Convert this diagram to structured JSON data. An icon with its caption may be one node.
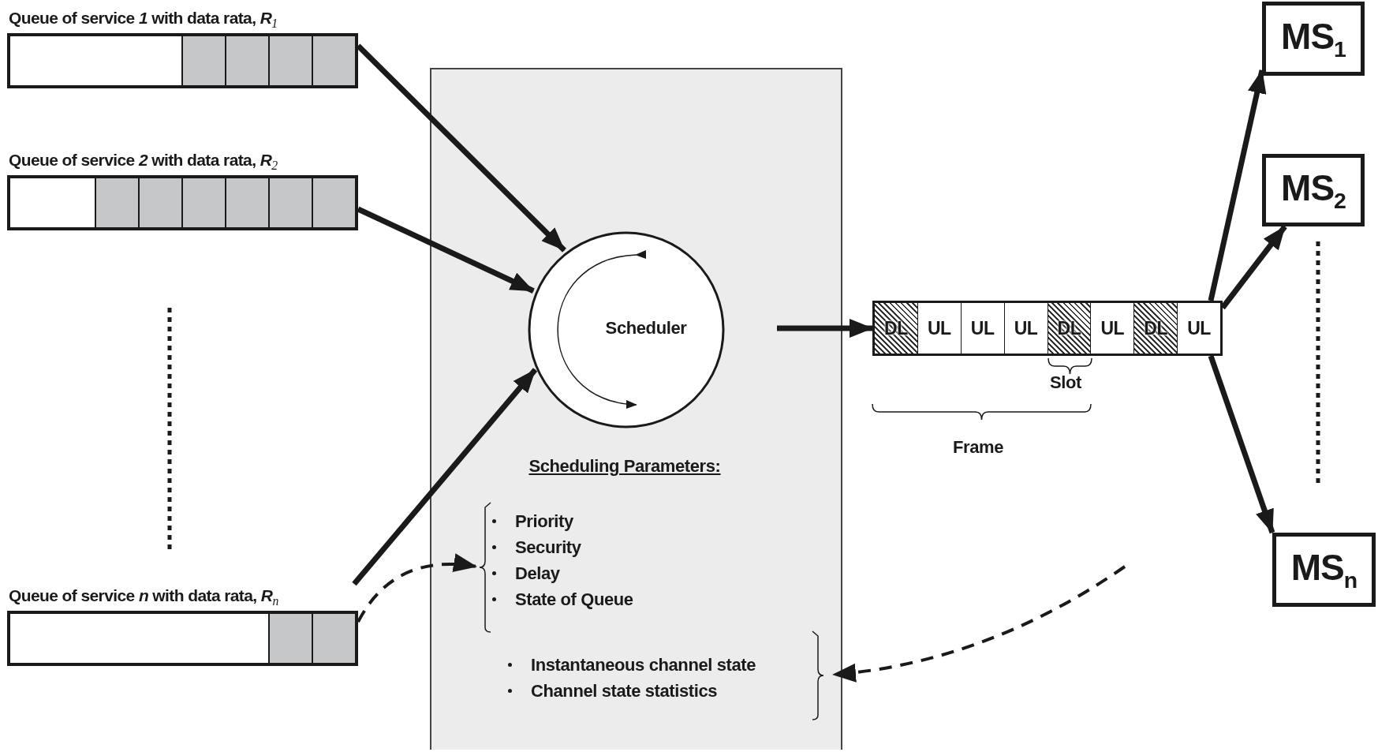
{
  "diagram": {
    "nodes": [
      {
        "text": [
          "Queue of service *1* with data rata, *R*$_{1}$"
        ]
      },
      {
        "text": [
          "Queue of service *2* with data rata, *R*$_{2}$"
        ]
      },
      {
        "text": [
          "Queue of service *n* with data rata, *R*$_{n}$"
        ]
      },
      {
        "text": [],
        "shape": "box"
      },
      {
        "text": [
          "Scheduler"
        ],
        "in": 3
      },
      {
        "text": [
          "Priority",
          "Security",
          "Delay",
          "State of Queue"
        ],
        "in": 3
      },
      {
        "text": [
          "Instantaneous channel state",
          "Channel state statistics"
        ],
        "in": 3
      },
      {
        "text": [
          "DL",
          "UL",
          "UL",
          "UL",
          "DL",
          "UL",
          "DL",
          "UL"
        ]
      },
      {
        "text": [
          "MS$_{1}$"
        ]
      },
      {
        "text": [
          "MS$_{2}$"
        ]
      },
      {
        "text": [
          "MS$_{n}$"
        ]
      }
    ],
    "edges": [
      {
        "from": 0,
        "to": 4,
        "arrow": "to"
      },
      {
        "from": 1,
        "to": 4,
        "arrow": "to"
      },
      {
        "from": 2,
        "to": 4,
        "arrow": "to"
      },
      {
        "from": 2,
        "to": 5,
        "arrow": "to",
        "style": "dashed"
      },
      {
        "from": null,
        "to": 7,
        "arrow": "to"
      },
      {
        "from": 7,
        "to": 8,
        "arrow": "to"
      },
      {
        "from": 7,
        "to": 9,
        "arrow": "to"
      },
      {
        "from": 7,
        "to": 10,
        "arrow": "to"
      },
      {
        "from": null,
        "to": 6,
        "arrow": "to",
        "style": "dashed"
      }
    ],
    "labels": [
      "Scheduling Parameters:",
      "Slot",
      "Frame"
    ]
  }
}
